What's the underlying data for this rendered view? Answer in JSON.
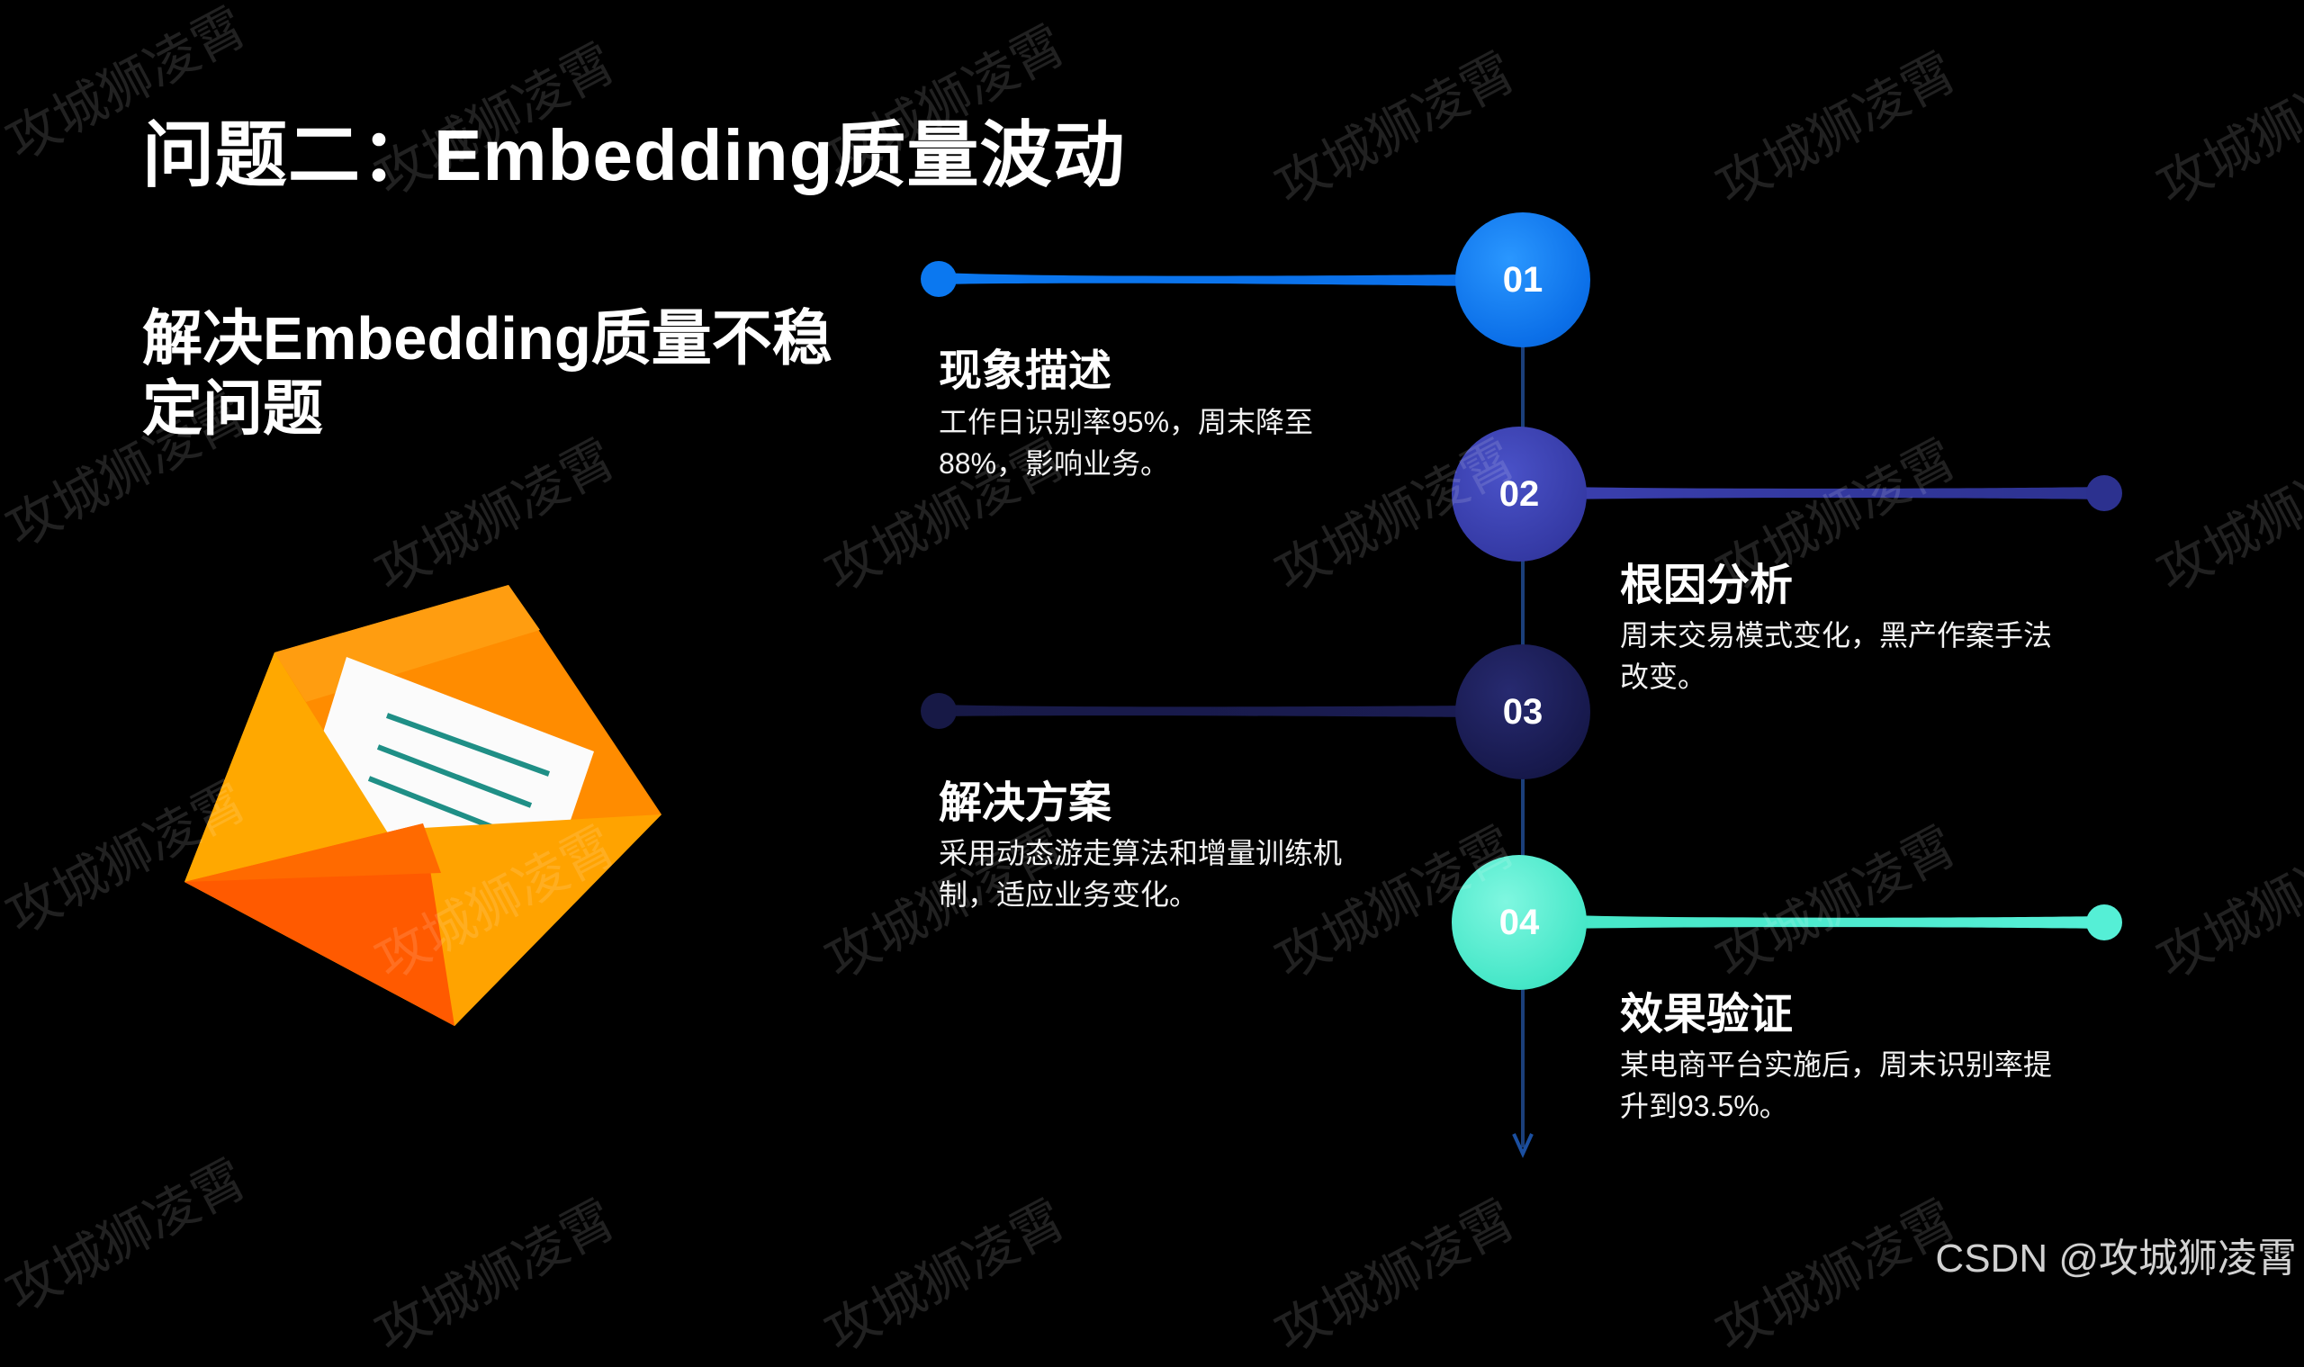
{
  "title": "问题二：Embedding质量波动",
  "subtitle": "解决Embedding质量不稳定问题",
  "steps": [
    {
      "number": "01",
      "title": "现象描述",
      "text": "工作日识别率95%，周末降至88%，影响业务。"
    },
    {
      "number": "02",
      "title": "根因分析",
      "text": "周末交易模式变化，黑产作案手法改变。"
    },
    {
      "number": "03",
      "title": "解决方案",
      "text": "采用动态游走算法和增量训练机制，适应业务变化。"
    },
    {
      "number": "04",
      "title": "效果验证",
      "text": "某电商平台实施后，周末识别率提升到93.5%。"
    }
  ],
  "watermark": "攻城狮凌霄",
  "credit": "CSDN @攻城狮凌霄",
  "colors": {
    "step1": "#0b74ee",
    "step2": "#3a3fae",
    "step3": "#1a1c52",
    "step4": "#4eead0",
    "envelope_orange": "#ff8a00",
    "envelope_deep": "#ff5a00",
    "letter_lines": "#1f8f86"
  },
  "icons": {
    "illustration": "envelope-letter-icon"
  }
}
